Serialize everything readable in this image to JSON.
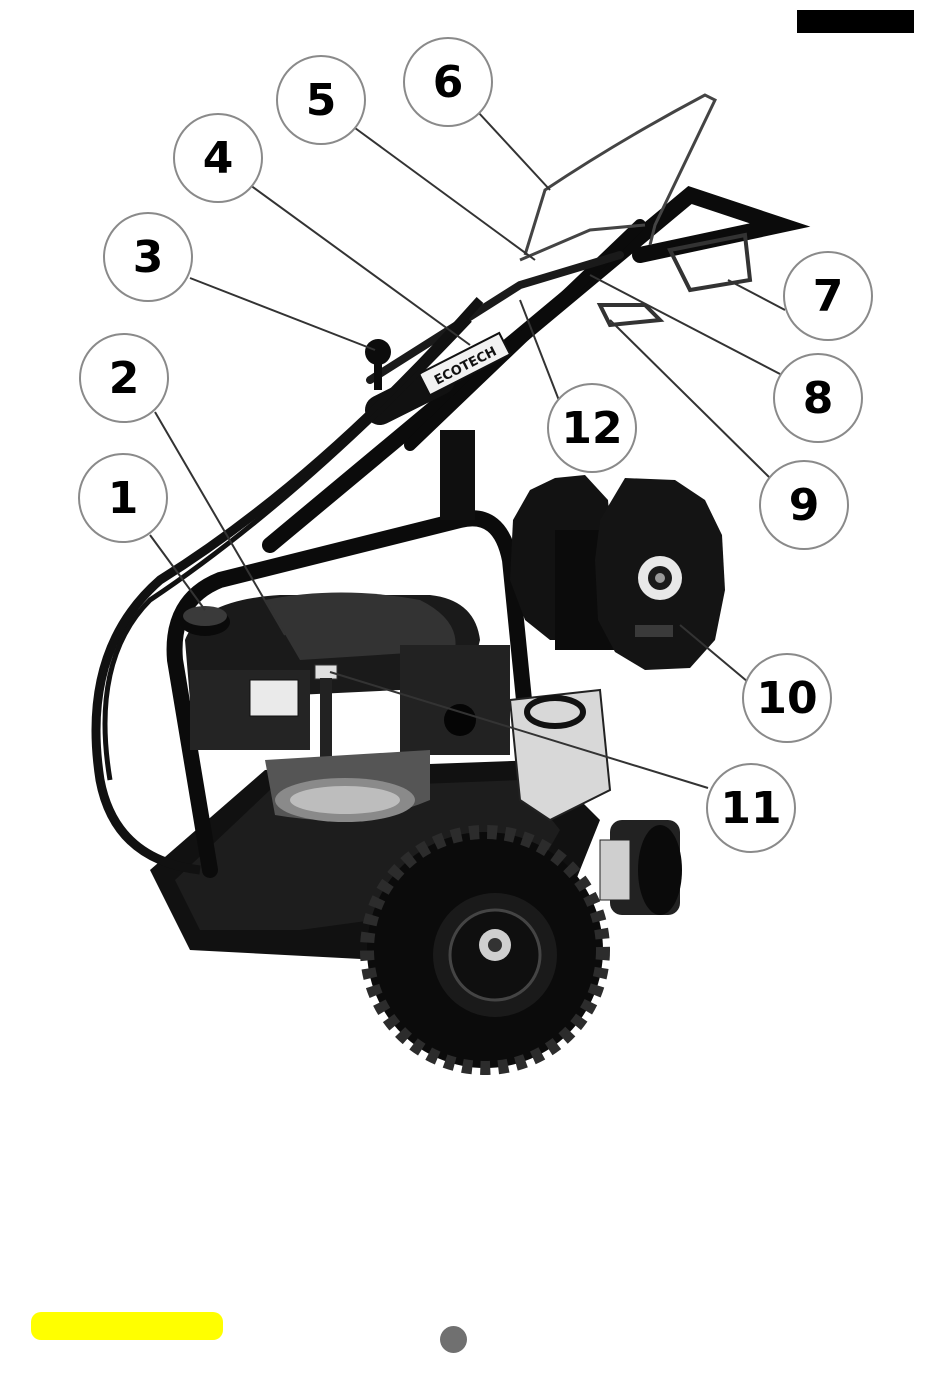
{
  "document": {
    "figure": {
      "machine_brand_decal": "ECOTECH",
      "callouts": [
        {
          "id": "1",
          "label": "1"
        },
        {
          "id": "2",
          "label": "2"
        },
        {
          "id": "3",
          "label": "3"
        },
        {
          "id": "4",
          "label": "4"
        },
        {
          "id": "5",
          "label": "5"
        },
        {
          "id": "6",
          "label": "6"
        },
        {
          "id": "7",
          "label": "7"
        },
        {
          "id": "8",
          "label": "8"
        },
        {
          "id": "9",
          "label": "9"
        },
        {
          "id": "10",
          "label": "10"
        },
        {
          "id": "11",
          "label": "11"
        },
        {
          "id": "12",
          "label": "12"
        }
      ]
    },
    "colors": {
      "top_bar": "#000000",
      "tab_marker": "#ffff00",
      "page_dot": "#707070"
    }
  }
}
